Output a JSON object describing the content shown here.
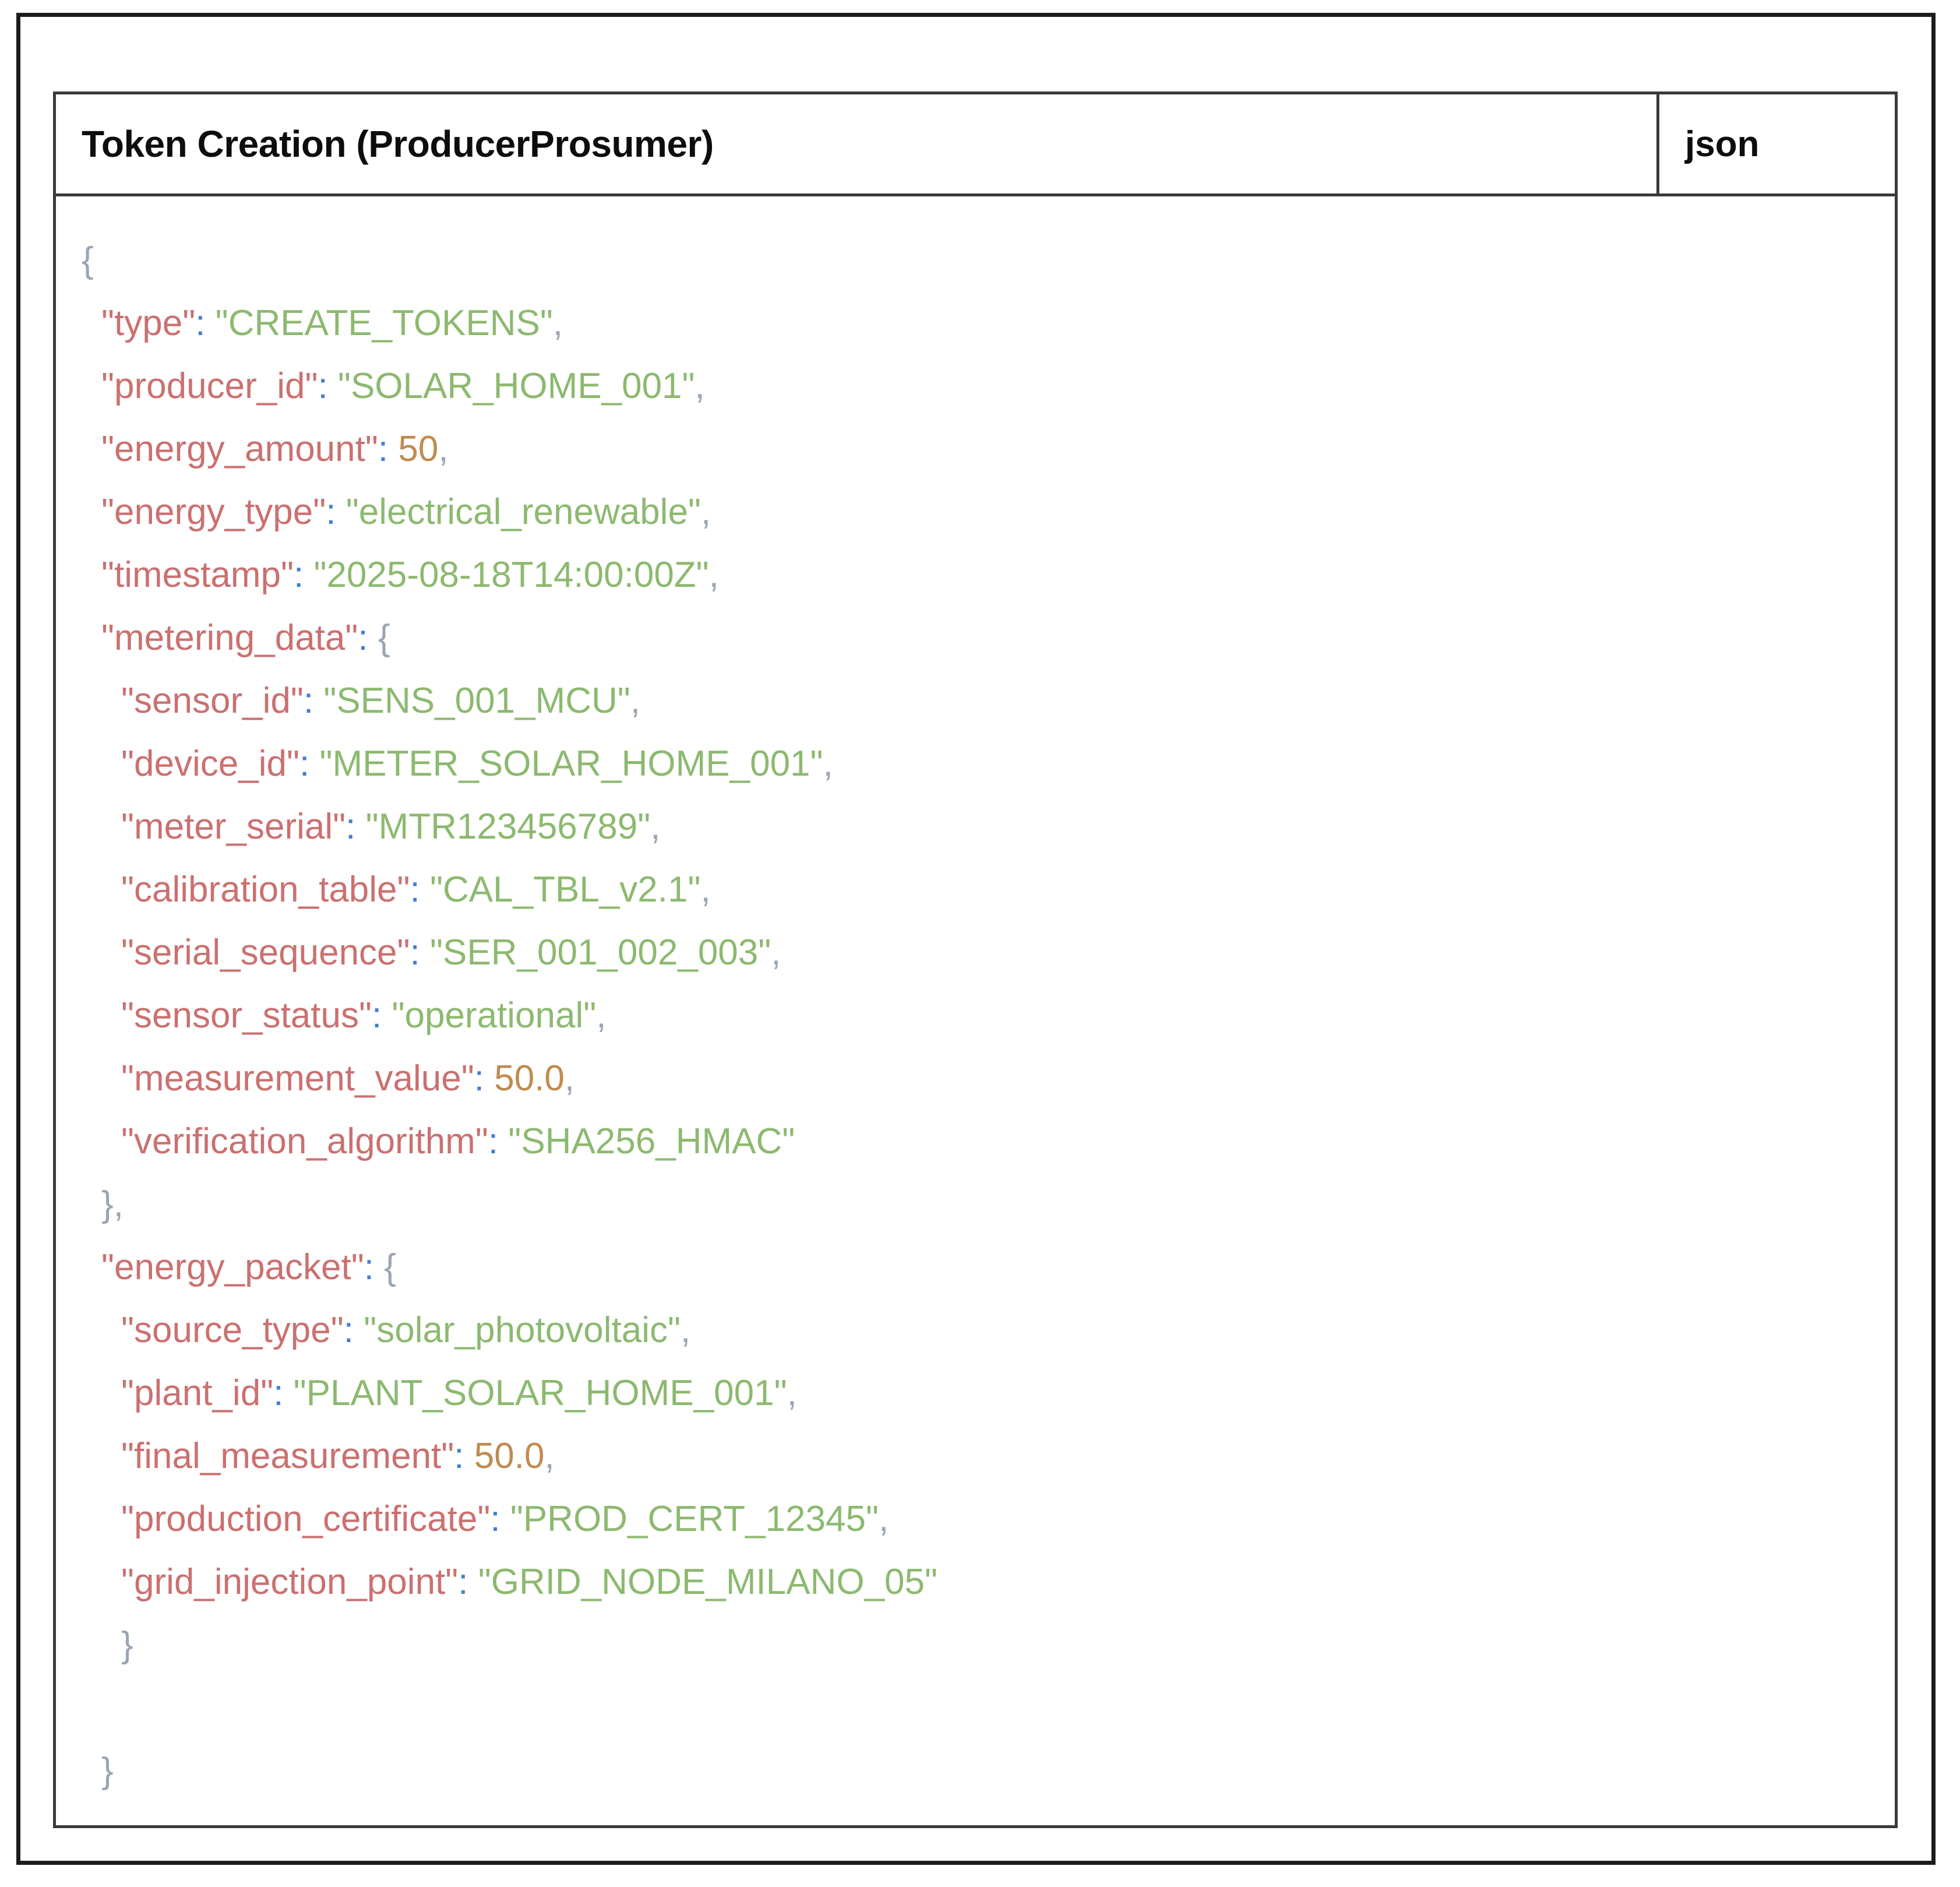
{
  "listing": {
    "caption": "Token Creation (ProducerProsumer)",
    "language": "json",
    "colors": {
      "key": "#cb7070",
      "string": "#8cb96f",
      "number": "#c08b4f",
      "punctuation": "#9aa5b4",
      "colon": "#3f7fd0",
      "border": "#3a3a3a",
      "page_border": "#1c1c1c",
      "text": "#0d0d0d",
      "background": "#ffffff"
    },
    "lines": [
      {
        "indent": 0,
        "punct": "{"
      },
      {
        "indent": 1,
        "key": "\"type\"",
        "colon": ":",
        "string": "\"CREATE_TOKENS\"",
        "comma": ","
      },
      {
        "indent": 1,
        "key": "\"producer_id\"",
        "colon": ":",
        "string": "\"SOLAR_HOME_001\"",
        "comma": ","
      },
      {
        "indent": 1,
        "key": "\"energy_amount\"",
        "colon": ":",
        "number": "50",
        "comma": ","
      },
      {
        "indent": 1,
        "key": "\"energy_type\"",
        "colon": ":",
        "string": "\"electrical_renewable\"",
        "comma": ","
      },
      {
        "indent": 1,
        "key": "\"timestamp\"",
        "colon": ":",
        "string": "\"2025-08-18T14:00:00Z\"",
        "comma": ","
      },
      {
        "indent": 1,
        "key": "\"metering_data\"",
        "colon": ":",
        "punct": "{"
      },
      {
        "indent": 2,
        "key": "\"sensor_id\"",
        "colon": ":",
        "string": "\"SENS_001_MCU\"",
        "comma": ","
      },
      {
        "indent": 2,
        "key": "\"device_id\"",
        "colon": ":",
        "string": "\"METER_SOLAR_HOME_001\"",
        "comma": ","
      },
      {
        "indent": 2,
        "key": "\"meter_serial\"",
        "colon": ":",
        "string": "\"MTR123456789\"",
        "comma": ","
      },
      {
        "indent": 2,
        "key": "\"calibration_table\"",
        "colon": ":",
        "string": "\"CAL_TBL_v2.1\"",
        "comma": ","
      },
      {
        "indent": 2,
        "key": "\"serial_sequence\"",
        "colon": ":",
        "string": "\"SER_001_002_003\"",
        "comma": ","
      },
      {
        "indent": 2,
        "key": "\"sensor_status\"",
        "colon": ":",
        "string": "\"operational\"",
        "comma": ","
      },
      {
        "indent": 2,
        "key": "\"measurement_value\"",
        "colon": ":",
        "number": "50.0",
        "comma": ","
      },
      {
        "indent": 2,
        "key": "\"verification_algorithm\"",
        "colon": ":",
        "string": "\"SHA256_HMAC\""
      },
      {
        "indent": 1,
        "punct": "}",
        "comma": ","
      },
      {
        "indent": 1,
        "key": "\"energy_packet\"",
        "colon": ":",
        "punct": "{"
      },
      {
        "indent": 2,
        "key": "\"source_type\"",
        "colon": ":",
        "string": "\"solar_photovoltaic\"",
        "comma": ","
      },
      {
        "indent": 2,
        "key": "\"plant_id\"",
        "colon": ":",
        "string": "\"PLANT_SOLAR_HOME_001\"",
        "comma": ","
      },
      {
        "indent": 2,
        "key": "\"final_measurement\"",
        "colon": ":",
        "number": "50.0",
        "comma": ","
      },
      {
        "indent": 2,
        "key": "\"production_certificate\"",
        "colon": ":",
        "string": "\"PROD_CERT_12345\"",
        "comma": ","
      },
      {
        "indent": 2,
        "key": "\"grid_injection_point\"",
        "colon": ":",
        "string": "\"GRID_NODE_MILANO_05\""
      },
      {
        "indent": 2,
        "punct": "}"
      },
      {
        "indent": 0,
        "blank": true
      },
      {
        "indent": 1,
        "punct": "}"
      }
    ]
  }
}
